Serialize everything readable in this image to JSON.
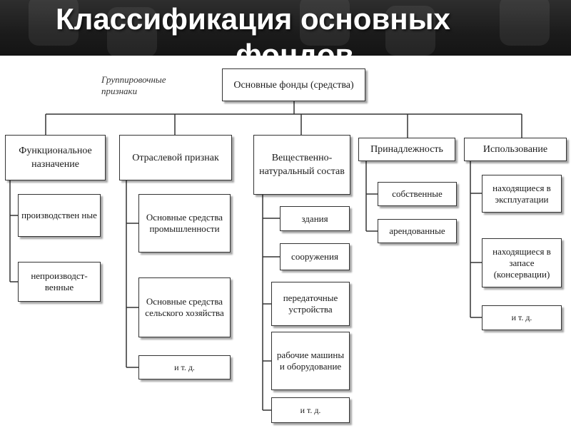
{
  "title": {
    "line1": "Классификация основных",
    "line2": "фондов"
  },
  "group_note": "Группировочные признаки",
  "root": "Основные фонды (средства)",
  "categories": [
    {
      "label": "Функциональное назначение",
      "items": [
        "производствен ные",
        "непроизводст- венные"
      ]
    },
    {
      "label": "Отраслевой признак",
      "items": [
        "Основные средства промышленности",
        "Основные средства сельского хозяйства",
        "и т. д."
      ]
    },
    {
      "label": "Вещественно- натуральный состав",
      "items": [
        "здания",
        "сооружения",
        "передаточные устройства",
        "рабочие машины и оборудование",
        "и т. д."
      ]
    },
    {
      "label": "Принадлежность",
      "items": [
        "собственные",
        "арендованные"
      ]
    },
    {
      "label": "Использование",
      "items": [
        "находящиеся в эксплуатации",
        "находящиеся в запасе (консервации)",
        "и т. д."
      ]
    }
  ]
}
